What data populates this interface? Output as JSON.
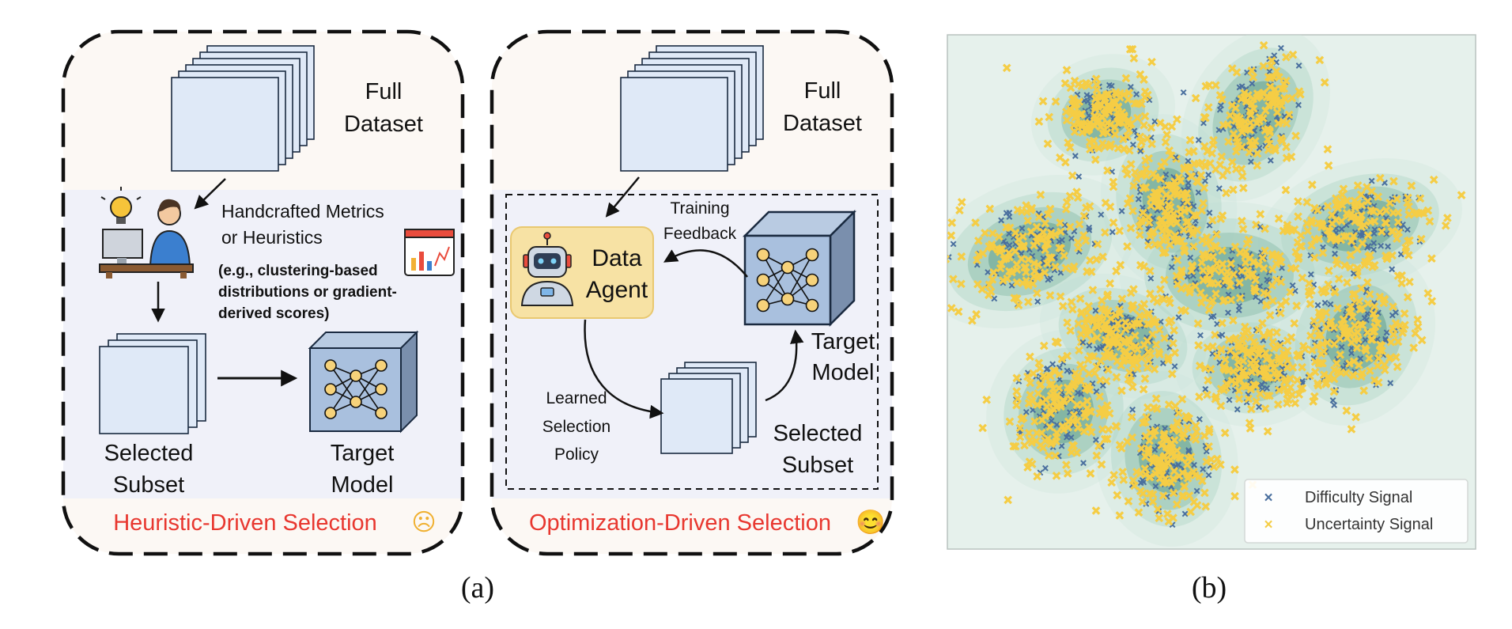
{
  "panel_a": {
    "left": {
      "full_dataset_line1": "Full",
      "full_dataset_line2": "Dataset",
      "metrics_line1": "Handcrafted Metrics",
      "metrics_line2": "or Heuristics",
      "example_line1": "(e.g., clustering-based",
      "example_line2": "distributions or gradient-",
      "example_line3": "derived scores)",
      "selected_line1": "Selected",
      "selected_line2": "Subset",
      "target_line1": "Target",
      "target_line2": "Model",
      "footer": "Heuristic-Driven Selection",
      "footer_emoji": "☹"
    },
    "right": {
      "full_dataset_line1": "Full",
      "full_dataset_line2": "Dataset",
      "feedback_line1": "Training",
      "feedback_line2": "Feedback",
      "agent_line1": "Data",
      "agent_line2": "Agent",
      "policy_line1": "Learned",
      "policy_line2": "Selection",
      "policy_line3": "Policy",
      "target_line1": "Target",
      "target_line2": "Model",
      "selected_line1": "Selected",
      "selected_line2": "Subset",
      "footer": "Optimization-Driven Selection",
      "footer_emoji": "😊"
    },
    "caption": "(a)"
  },
  "panel_b": {
    "legend": [
      {
        "label": "Difficulty Signal",
        "marker": "×",
        "color": "#4a6f9e"
      },
      {
        "label": "Uncertainty Signal",
        "marker": "×",
        "color": "#f5cd45"
      }
    ],
    "caption": "(b)"
  },
  "colors": {
    "accent_red": "#e8372f",
    "difficulty": "#4a6f9e",
    "uncertainty": "#f5cd45"
  }
}
